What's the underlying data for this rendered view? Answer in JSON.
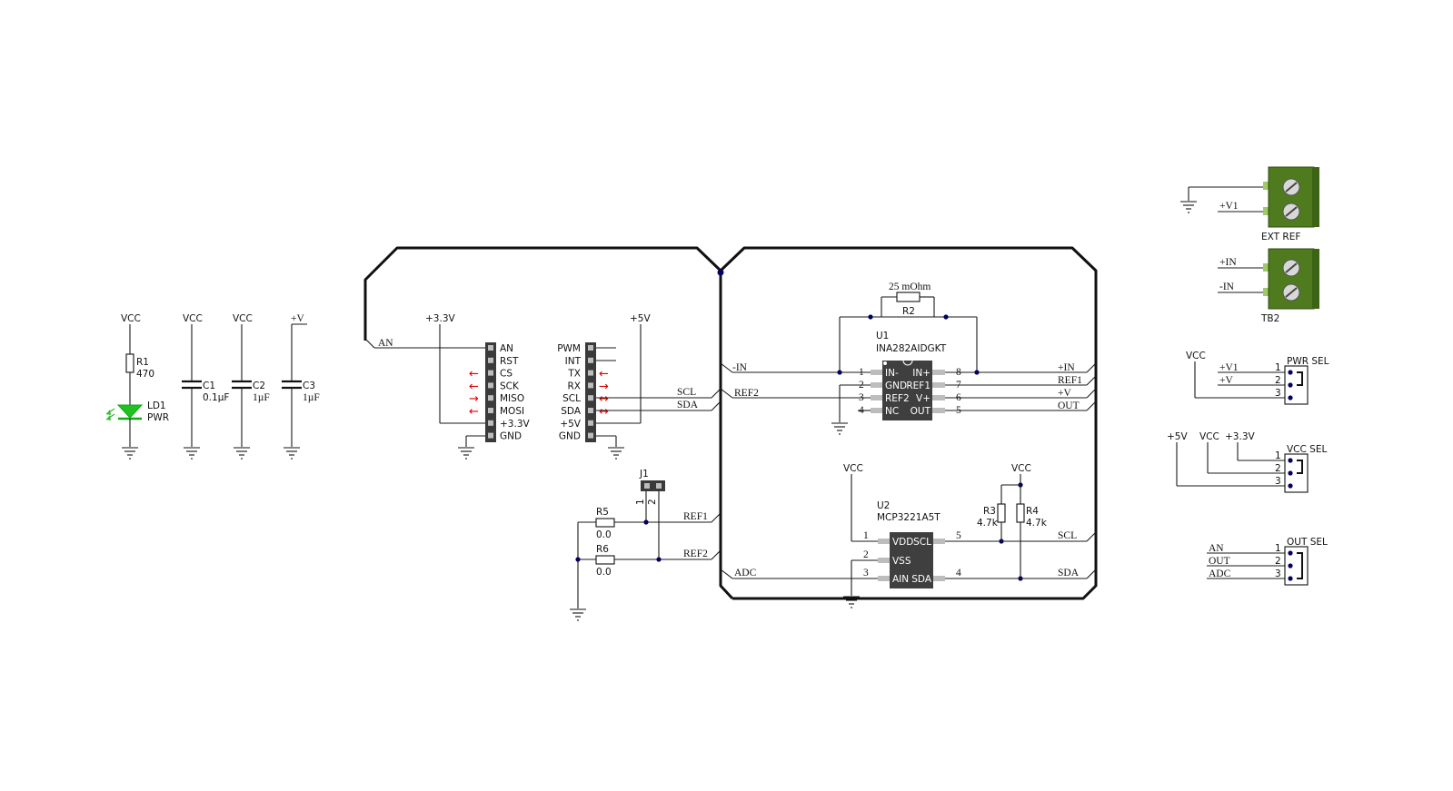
{
  "power": {
    "vcc": "VCC",
    "plusv": "+V",
    "v33": "+3.3V",
    "v5": "+5V"
  },
  "led_section": {
    "r1": {
      "ref": "R1",
      "value": "470"
    },
    "ld1": {
      "ref": "LD1",
      "value": "PWR"
    },
    "c1": {
      "ref": "C1",
      "value": "0.1µF"
    },
    "c2": {
      "ref": "C2",
      "value": "1µF"
    },
    "c3": {
      "ref": "C3",
      "value": "1µF"
    }
  },
  "mikrobus": {
    "left_pins": [
      "AN",
      "RST",
      "CS",
      "SCK",
      "MISO",
      "MOSI",
      "+3.3V",
      "GND"
    ],
    "right_pins": [
      "PWM",
      "INT",
      "TX",
      "RX",
      "SCL",
      "SDA",
      "+5V",
      "GND"
    ],
    "left_arrows": [
      "",
      "",
      "←",
      "←",
      "→",
      "←",
      "",
      ""
    ],
    "right_arrows": [
      "",
      "",
      "←",
      "→",
      "↔",
      "↔",
      "",
      ""
    ]
  },
  "nets": {
    "an": "AN",
    "scl": "SCL",
    "sda": "SDA",
    "minus_in": "-IN",
    "ref2": "REF2",
    "ref1": "REF1",
    "plus_in": "+IN",
    "plus_v": "+V",
    "out": "OUT",
    "adc": "ADC"
  },
  "jumper_section": {
    "j1": "J1",
    "pin1": "1",
    "pin2": "2",
    "r5": {
      "ref": "R5",
      "value": "0.0"
    },
    "r6": {
      "ref": "R6",
      "value": "0.0"
    }
  },
  "u1": {
    "ref": "U1",
    "part": "INA282AIDGKT",
    "shunt": {
      "ref": "R2",
      "value": "25 mOhm"
    },
    "left_pins": [
      {
        "num": "1",
        "name": "IN-"
      },
      {
        "num": "2",
        "name": "GND"
      },
      {
        "num": "3",
        "name": "REF2"
      },
      {
        "num": "4",
        "name": "NC"
      }
    ],
    "right_pins": [
      {
        "num": "8",
        "name": "IN+"
      },
      {
        "num": "7",
        "name": "REF1"
      },
      {
        "num": "6",
        "name": "V+"
      },
      {
        "num": "5",
        "name": "OUT"
      }
    ]
  },
  "u2": {
    "ref": "U2",
    "part": "MCP3221A5T",
    "left_pins": [
      {
        "num": "1",
        "name": "VDD"
      },
      {
        "num": "2",
        "name": "VSS"
      },
      {
        "num": "3",
        "name": "AIN"
      }
    ],
    "right_pins": [
      {
        "num": "5",
        "name": "SCL"
      },
      {
        "num": "4",
        "name": "SDA"
      }
    ],
    "r3": {
      "ref": "R3",
      "value": "4.7k"
    },
    "r4": {
      "ref": "R4",
      "value": "4.7k"
    }
  },
  "terminals": {
    "ext_ref": {
      "label": "EXT REF",
      "net_top": "",
      "net_bottom": "+V1"
    },
    "tb2": {
      "label": "TB2",
      "net_top": "+IN",
      "net_bottom": "-IN"
    },
    "colors": {
      "body": "#4f7a1e",
      "screw": "#d8d8d8"
    }
  },
  "selectors": {
    "pwr_sel": {
      "label": "PWR SEL",
      "nets": [
        "+V1",
        "+V",
        ""
      ],
      "pins": [
        "1",
        "2",
        "3"
      ],
      "supply": "VCC"
    },
    "vcc_sel": {
      "label": "VCC SEL",
      "pins": [
        "1",
        "2",
        "3"
      ],
      "supplies": [
        "+5V",
        "VCC",
        "+3.3V"
      ]
    },
    "out_sel": {
      "label": "OUT SEL",
      "nets": [
        "AN",
        "OUT",
        "ADC"
      ],
      "pins": [
        "1",
        "2",
        "3"
      ]
    }
  }
}
